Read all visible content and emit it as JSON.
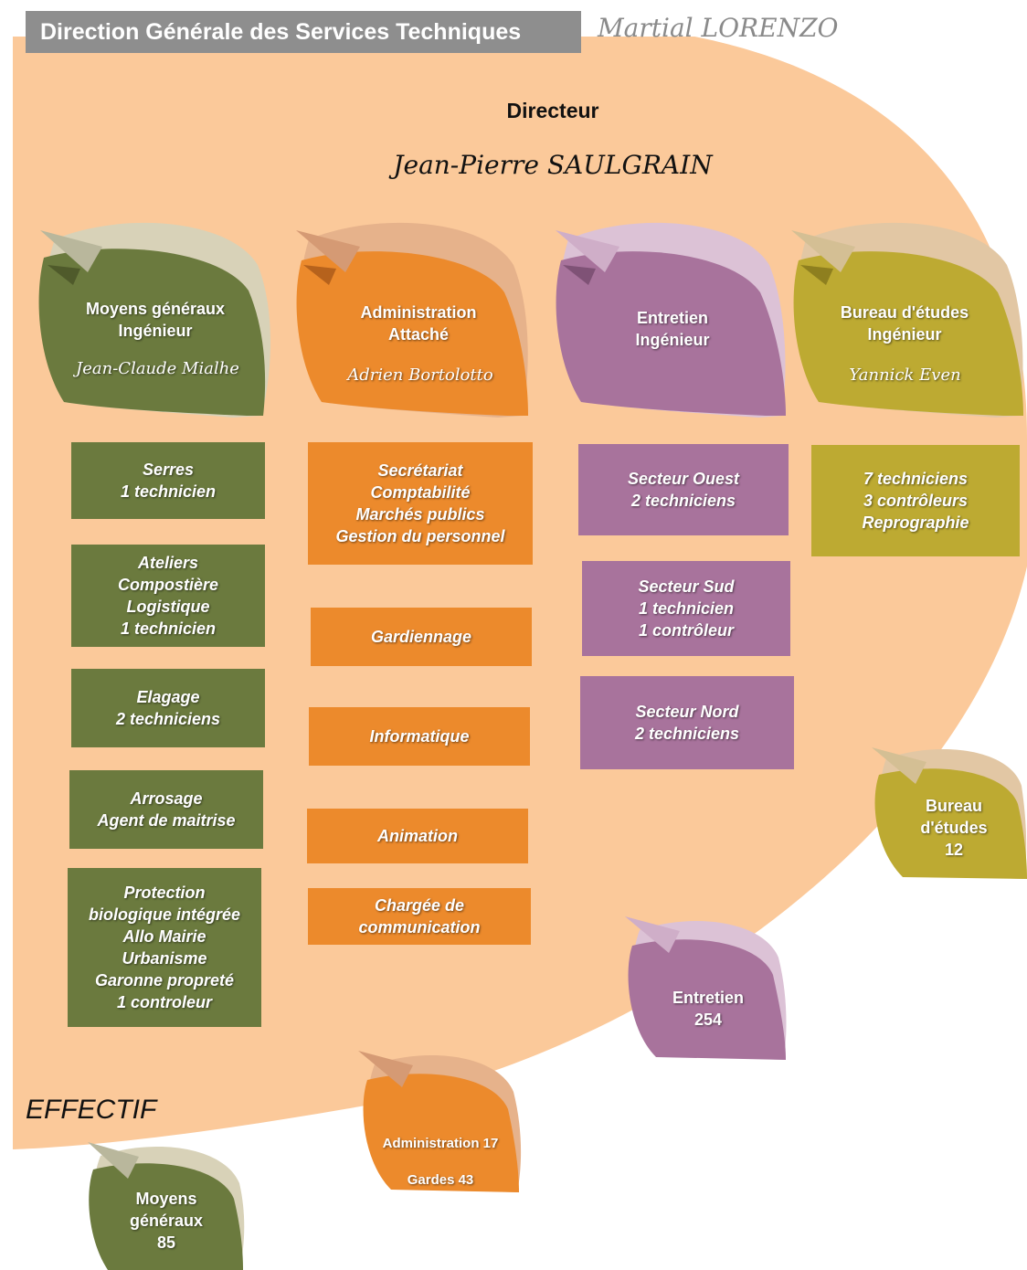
{
  "header": {
    "title": "Direction Générale des Services Techniques",
    "name": "Martial LORENZO"
  },
  "director": {
    "title": "Directeur",
    "name": "Jean-Pierre SAULGRAIN"
  },
  "departments": [
    {
      "title": "Moyens généraux",
      "role": "Ingénieur",
      "person": "Jean-Claude Mialhe"
    },
    {
      "title": "Administration",
      "role": "Attaché",
      "person": "Adrien Bortolotto"
    },
    {
      "title": "Entretien",
      "role": "Ingénieur",
      "person": ""
    },
    {
      "title": "Bureau d'études",
      "role": "Ingénieur",
      "person": "Yannick Even"
    }
  ],
  "boxes": {
    "moyens": [
      "Serres\n1 technicien",
      "Ateliers\nCompostière\nLogistique\n1 technicien",
      "Elagage\n2 techniciens",
      "Arrosage\nAgent de maitrise",
      "Protection\nbiologique intégrée\nAllo Mairie\nUrbanisme\nGaronne propreté\n1 controleur"
    ],
    "administration": [
      "Secrétariat\nComptabilité\nMarchés publics\nGestion du personnel",
      "Gardiennage",
      "Informatique",
      "Animation",
      "Chargée de\ncommunication"
    ],
    "entretien": [
      "Secteur Ouest\n2 techniciens",
      "Secteur Sud\n1 technicien\n1 contrôleur",
      "Secteur Nord\n2 techniciens"
    ],
    "bureau": [
      "7 techniciens\n3 contrôleurs\nReprographie"
    ]
  },
  "effectif": {
    "label": "EFFECTIF",
    "moyens": {
      "line1": "Moyens",
      "line2": "généraux",
      "count": "85"
    },
    "administration": {
      "line1": "Administration 17",
      "line2": "Gardes 43"
    },
    "entretien": {
      "line1": "Entretien",
      "count": "254"
    },
    "bureau": {
      "line1": "Bureau",
      "line2": "d'études",
      "count": "12"
    }
  },
  "colors": {
    "background": "#fbc99a",
    "moyens": "#6b7a3e",
    "administration": "#ec8a2c",
    "entretien": "#a8739c",
    "bureau": "#bdaa32",
    "header": "#8e8e8e"
  }
}
